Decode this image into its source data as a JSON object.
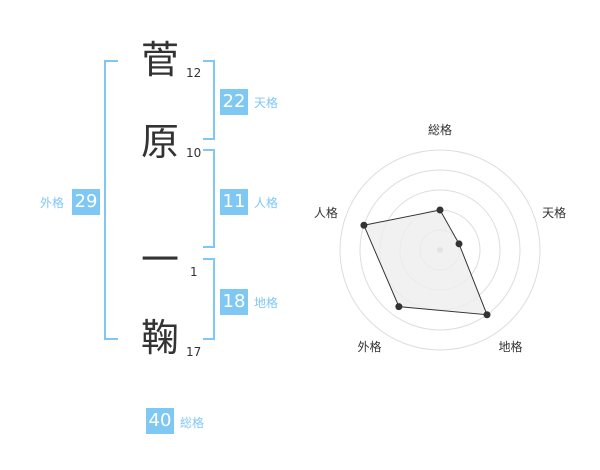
{
  "name": {
    "chars": [
      {
        "char": "菅",
        "strokes": "12"
      },
      {
        "char": "原",
        "strokes": "10"
      },
      {
        "char": "一",
        "strokes": "1"
      },
      {
        "char": "鞠",
        "strokes": "17"
      }
    ]
  },
  "kaku": {
    "tenkaku": {
      "value": "22",
      "label": "天格"
    },
    "jinkaku": {
      "value": "11",
      "label": "人格"
    },
    "chikaku": {
      "value": "18",
      "label": "地格"
    },
    "gaikaku": {
      "value": "29",
      "label": "外格"
    },
    "soukaku": {
      "value": "40",
      "label": "総格"
    }
  },
  "colors": {
    "accent": "#7fc8f4",
    "text": "#333333",
    "ring": "#dddddd",
    "fill": "#eeeeee"
  },
  "chart_data": {
    "type": "radar",
    "axes": [
      "総格",
      "天格",
      "地格",
      "外格",
      "人格"
    ],
    "max": 5,
    "values": [
      2.0,
      1.0,
      4.0,
      3.5,
      4.0
    ]
  }
}
